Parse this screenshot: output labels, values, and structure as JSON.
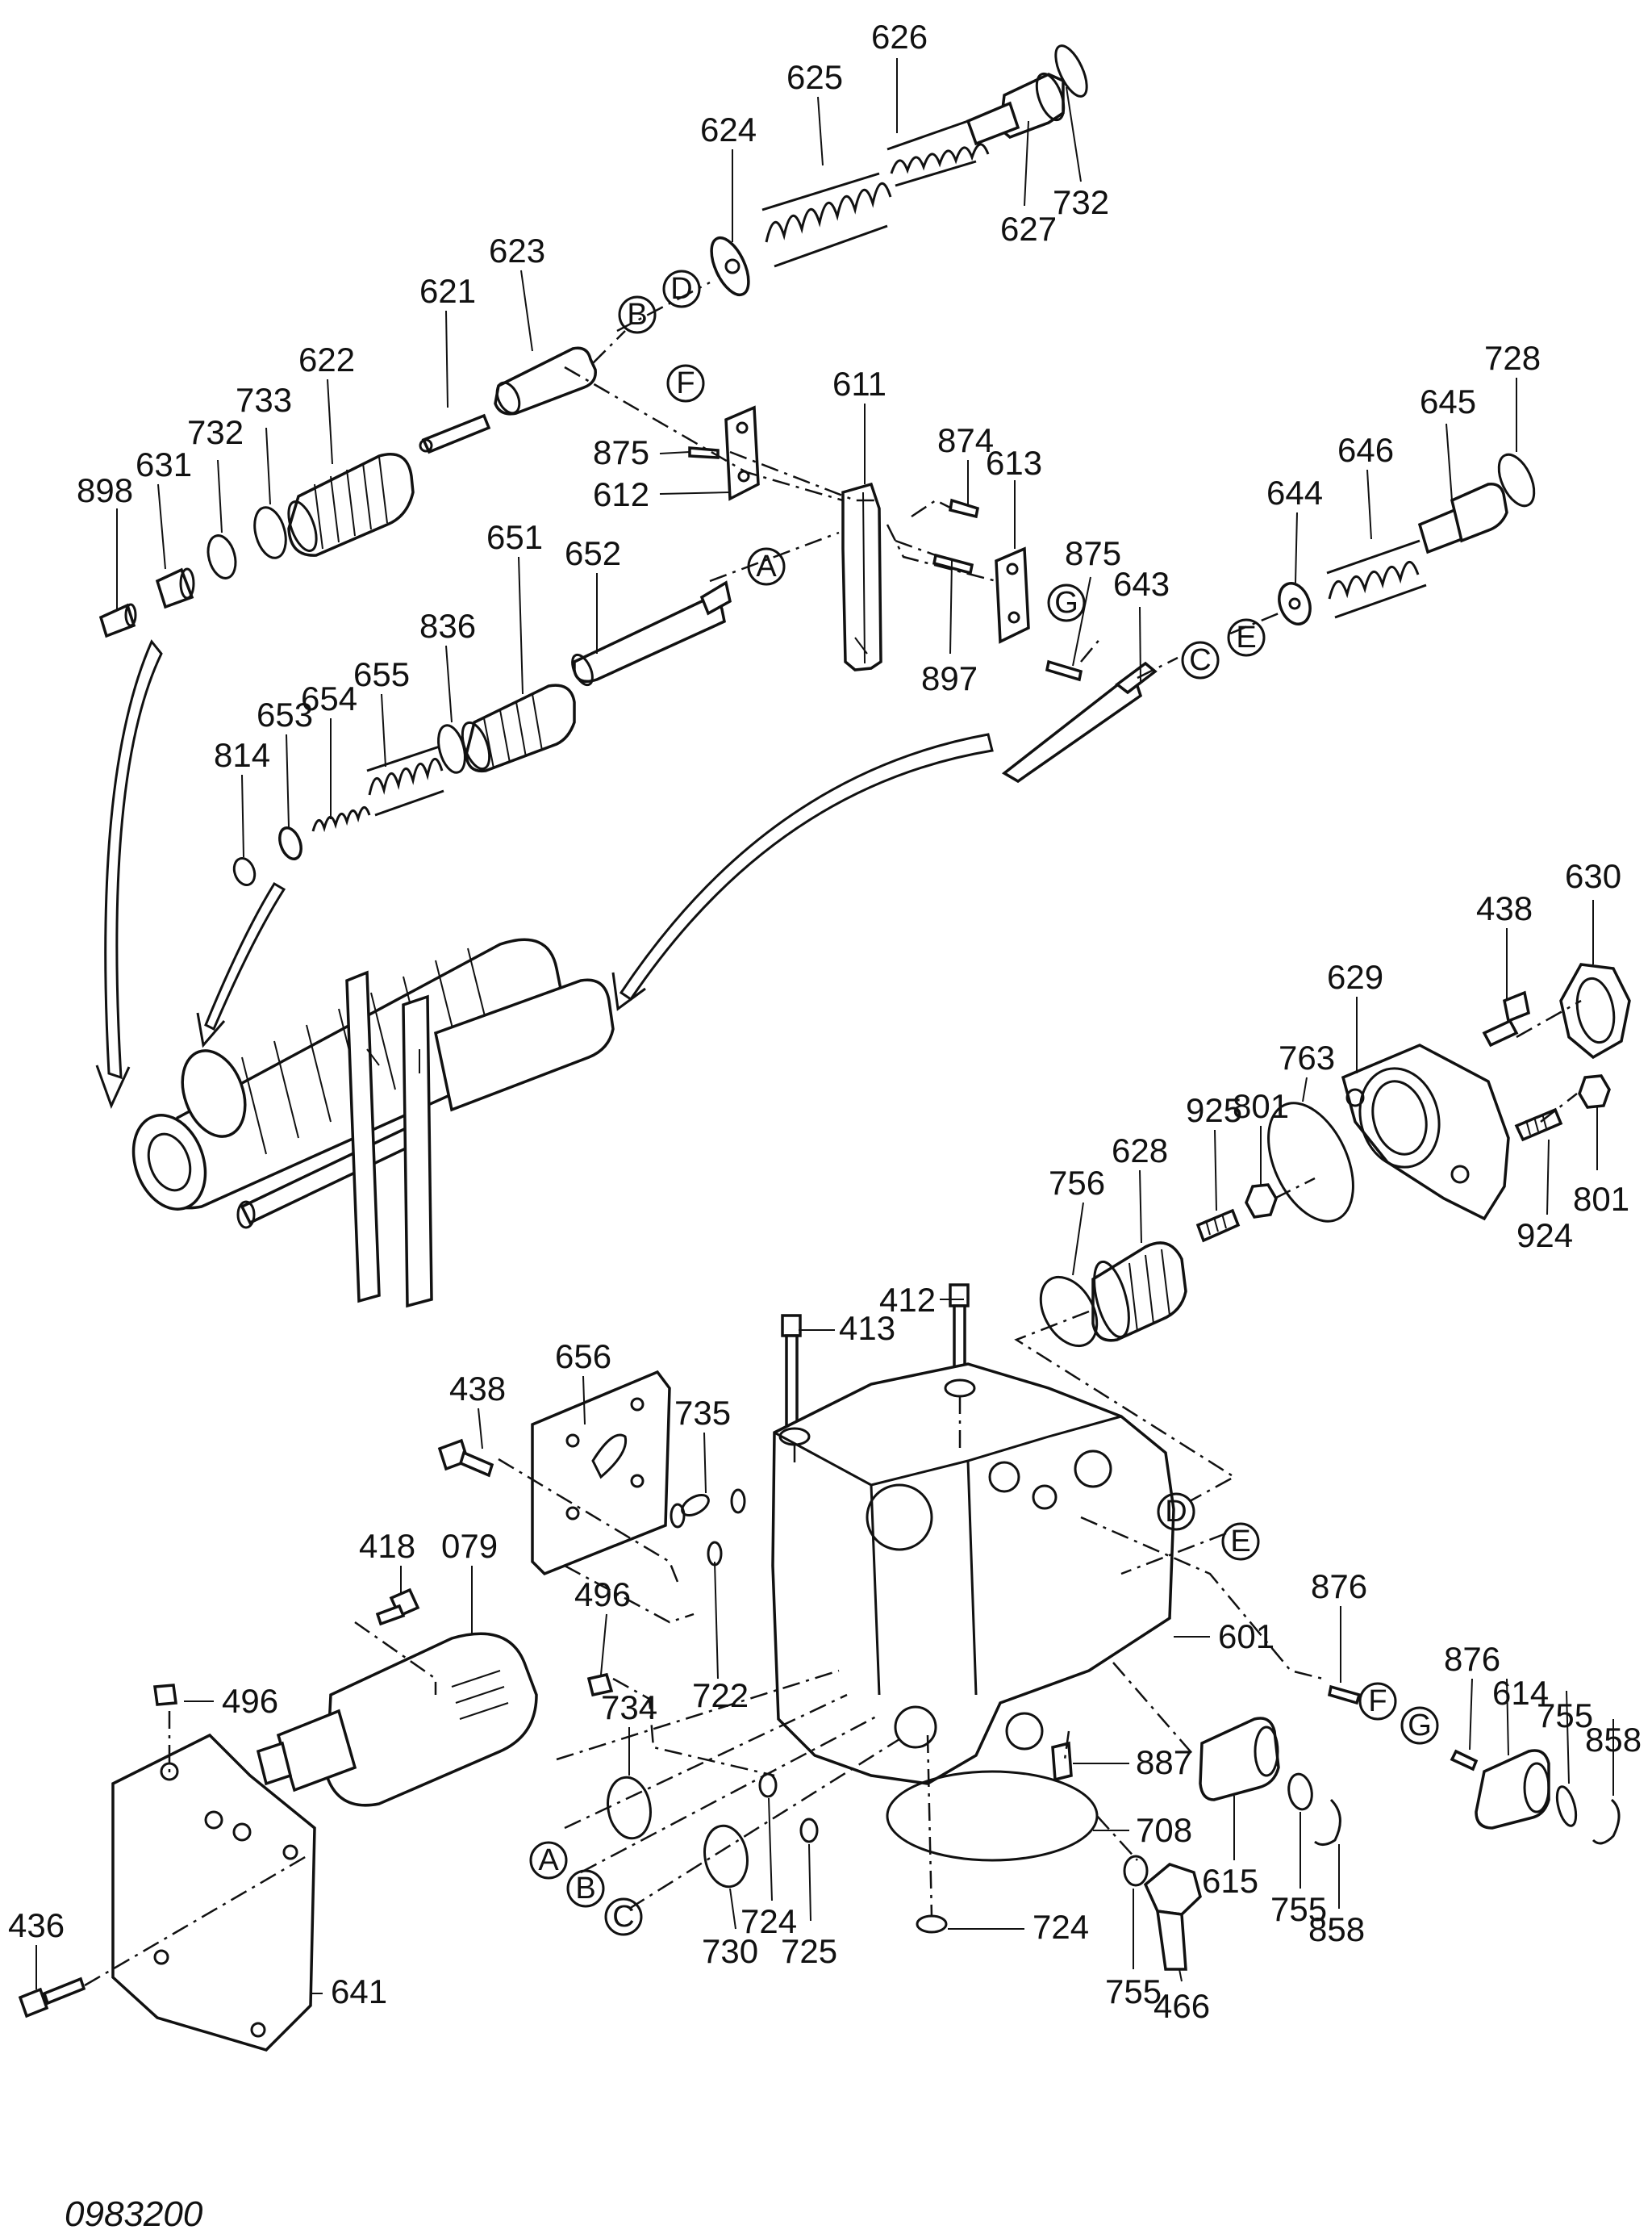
{
  "drawing_id": "0983200",
  "callouts": {
    "c626": "626",
    "c625": "625",
    "c624": "624",
    "c627": "627",
    "c732a": "732",
    "c623": "623",
    "c621": "621",
    "c622": "622",
    "c733": "733",
    "c732b": "732",
    "c631": "631",
    "c898": "898",
    "c611": "611",
    "c874": "874",
    "c613": "613",
    "c875a": "875",
    "c612": "612",
    "c652": "652",
    "c651": "651",
    "c836": "836",
    "c655": "655",
    "c654": "654",
    "c653": "653",
    "c814": "814",
    "c897": "897",
    "c875b": "875",
    "c643": "643",
    "c644": "644",
    "c646": "646",
    "c645": "645",
    "c728": "728",
    "c630": "630",
    "c438a": "438",
    "c629": "629",
    "c763": "763",
    "c801a": "801",
    "c925": "925",
    "c628": "628",
    "c756": "756",
    "c924": "924",
    "c801b": "801",
    "c412": "412",
    "c413": "413",
    "c656": "656",
    "c438b": "438",
    "c735": "735",
    "c418": "418",
    "c079": "079",
    "c496a": "496",
    "c496b": "496",
    "c722": "722",
    "c734": "734",
    "c876a": "876",
    "c601": "601",
    "c876b": "876",
    "c614": "614",
    "c755a": "755",
    "c858a": "858",
    "c887": "887",
    "c708": "708",
    "c615": "615",
    "c755b": "755",
    "c858b": "858",
    "c730": "730",
    "c724a": "724",
    "c725": "725",
    "c724b": "724",
    "c755c": "755",
    "c466": "466",
    "c436": "436",
    "c641": "641"
  },
  "letters": {
    "B1": "B",
    "D1": "D",
    "F1": "F",
    "A1": "A",
    "G1": "G",
    "C1": "C",
    "E1": "E",
    "D2": "D",
    "E2": "E",
    "F2": "F",
    "G2": "G",
    "A2": "A",
    "B2": "B",
    "C2": "C"
  }
}
